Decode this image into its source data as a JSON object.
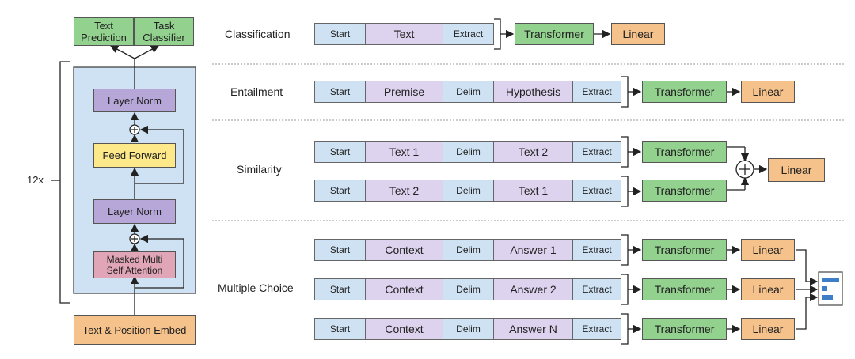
{
  "arch": {
    "text_prediction": "Text\nPrediction",
    "task_classifier": "Task\nClassifier",
    "layer_norm_top": "Layer Norm",
    "feed_forward": "Feed Forward",
    "layer_norm_bottom": "Layer Norm",
    "masked_attention": "Masked Multi\nSelf Attention",
    "embed": "Text & Position Embed",
    "repeat": "12x"
  },
  "tasks": {
    "classification": {
      "label": "Classification",
      "seq": [
        "Start",
        "Text",
        "Extract"
      ],
      "transformer": "Transformer",
      "linear": "Linear"
    },
    "entailment": {
      "label": "Entailment",
      "seq": [
        "Start",
        "Premise",
        "Delim",
        "Hypothesis",
        "Extract"
      ],
      "transformer": "Transformer",
      "linear": "Linear"
    },
    "similarity": {
      "label": "Similarity",
      "seq1": [
        "Start",
        "Text 1",
        "Delim",
        "Text 2",
        "Extract"
      ],
      "seq2": [
        "Start",
        "Text 2",
        "Delim",
        "Text 1",
        "Extract"
      ],
      "transformer1": "Transformer",
      "transformer2": "Transformer",
      "plus": "+",
      "linear": "Linear"
    },
    "multiple_choice": {
      "label": "Multiple Choice",
      "seq1": [
        "Start",
        "Context",
        "Delim",
        "Answer 1",
        "Extract"
      ],
      "seq2": [
        "Start",
        "Context",
        "Delim",
        "Answer 2",
        "Extract"
      ],
      "seq3": [
        "Start",
        "Context",
        "Delim",
        "Answer N",
        "Extract"
      ],
      "transformer1": "Transformer",
      "transformer2": "Transformer",
      "transformer3": "Transformer",
      "linear1": "Linear",
      "linear2": "Linear",
      "linear3": "Linear"
    }
  },
  "colors": {
    "green": "#93d18e",
    "orange": "#f6c28b",
    "purple": "#b7a6d8",
    "yellow": "#fde98a",
    "pink": "#e0a6b8",
    "seq_blue": "#cfe2f3",
    "seq_lavender": "#ddd3ee",
    "block_bg": "#cfe2f3"
  }
}
